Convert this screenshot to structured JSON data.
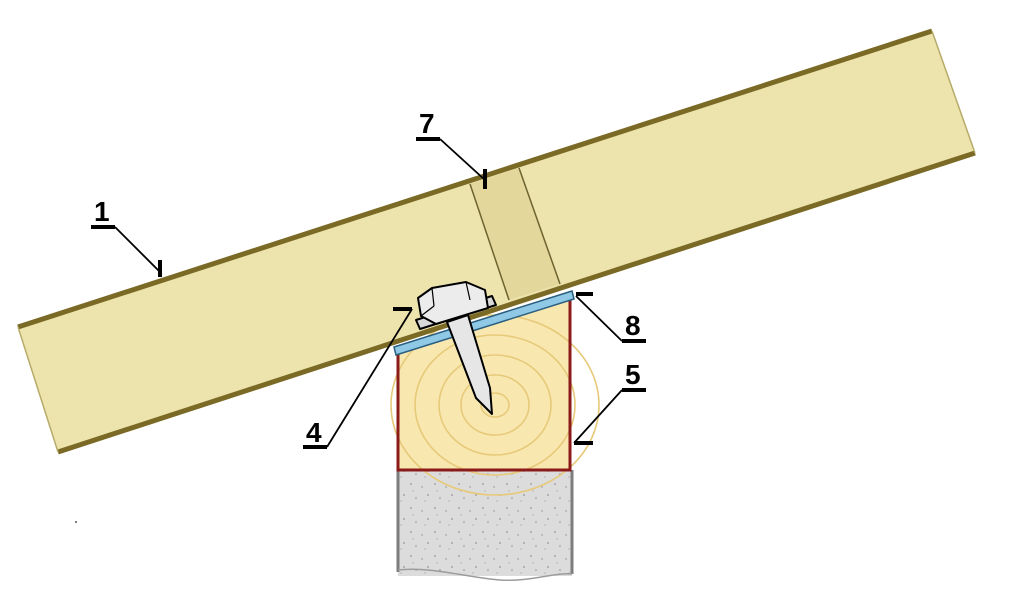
{
  "diagram": {
    "callouts": [
      {
        "id": "1",
        "label": "1",
        "part": "rafter"
      },
      {
        "id": "7",
        "label": "7",
        "part": "rafter-joint-insert"
      },
      {
        "id": "4",
        "label": "4",
        "part": "fastening-screw"
      },
      {
        "id": "8",
        "label": "8",
        "part": "waterproofing-strip"
      },
      {
        "id": "5",
        "label": "5",
        "part": "timber-plate"
      }
    ],
    "colors": {
      "rafter_fill": "#ede3ad",
      "rafter_edge": "#7a6a25",
      "insert_fill": "#e4d79b",
      "plate_fill": "#f8e8b0",
      "plate_edge": "#8b1a1a",
      "strip_fill": "#8fc9e6",
      "concrete_fill": "#dcdcdc",
      "screw_fill": "#e0e0e0"
    }
  }
}
